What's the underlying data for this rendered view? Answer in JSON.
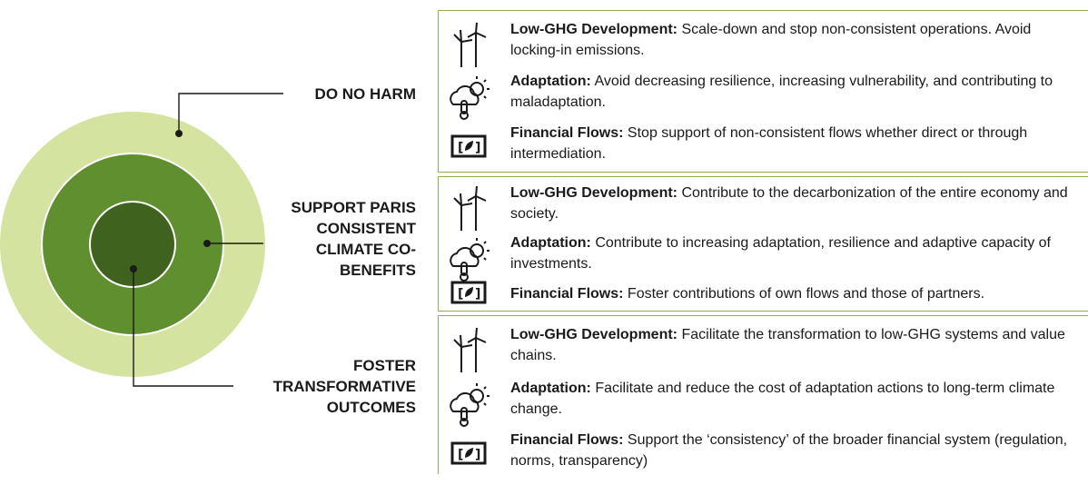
{
  "tiers": [
    {
      "label": "DO NO HARM",
      "entries": [
        {
          "icon": "wind-turbine-icon",
          "title": "Low-GHG Development:",
          "text": "Scale-down and stop non-consistent operations. Avoid locking-in emissions."
        },
        {
          "icon": "cloud-sun-thermometer-icon",
          "title": "Adaptation:",
          "text": "Avoid decreasing resilience, increasing vulnerability, and contributing to maladaptation."
        },
        {
          "icon": "leaf-banknote-icon",
          "title": "Financial Flows:",
          "text": "Stop support of non-consistent flows whether direct or through intermediation."
        }
      ]
    },
    {
      "label": "SUPPORT PARIS CONSISTENT CLIMATE CO-BENEFITS",
      "entries": [
        {
          "icon": "wind-turbine-icon",
          "title": "Low-GHG Development:",
          "text": "Contribute to the decarbonization of the entire economy and society."
        },
        {
          "icon": "cloud-sun-thermometer-icon",
          "title": "Adaptation:",
          "text": "Contribute to increasing adaptation, resilience and adaptive capacity of investments."
        },
        {
          "icon": "leaf-banknote-icon",
          "title": "Financial Flows:",
          "text": "Foster contributions of own flows and those of partners."
        }
      ]
    },
    {
      "label": "FOSTER TRANSFORMATIVE OUTCOMES",
      "entries": [
        {
          "icon": "wind-turbine-icon",
          "title": "Low-GHG Development:",
          "text": "Facilitate the transformation to low-GHG systems and value chains."
        },
        {
          "icon": "cloud-sun-thermometer-icon",
          "title": "Adaptation:",
          "text": "Facilitate and reduce the cost of adaptation actions to long-term climate change."
        },
        {
          "icon": "leaf-banknote-icon",
          "title": "Financial Flows:",
          "text": "Support the ‘consistency’ of the broader financial system (regulation, norms, transparency)"
        }
      ]
    }
  ],
  "colors": {
    "outer_ring": "#d4e39f",
    "middle_ring": "#5f8f2f",
    "inner_circle": "#3f621e",
    "panel_border": "#8fb04a"
  }
}
